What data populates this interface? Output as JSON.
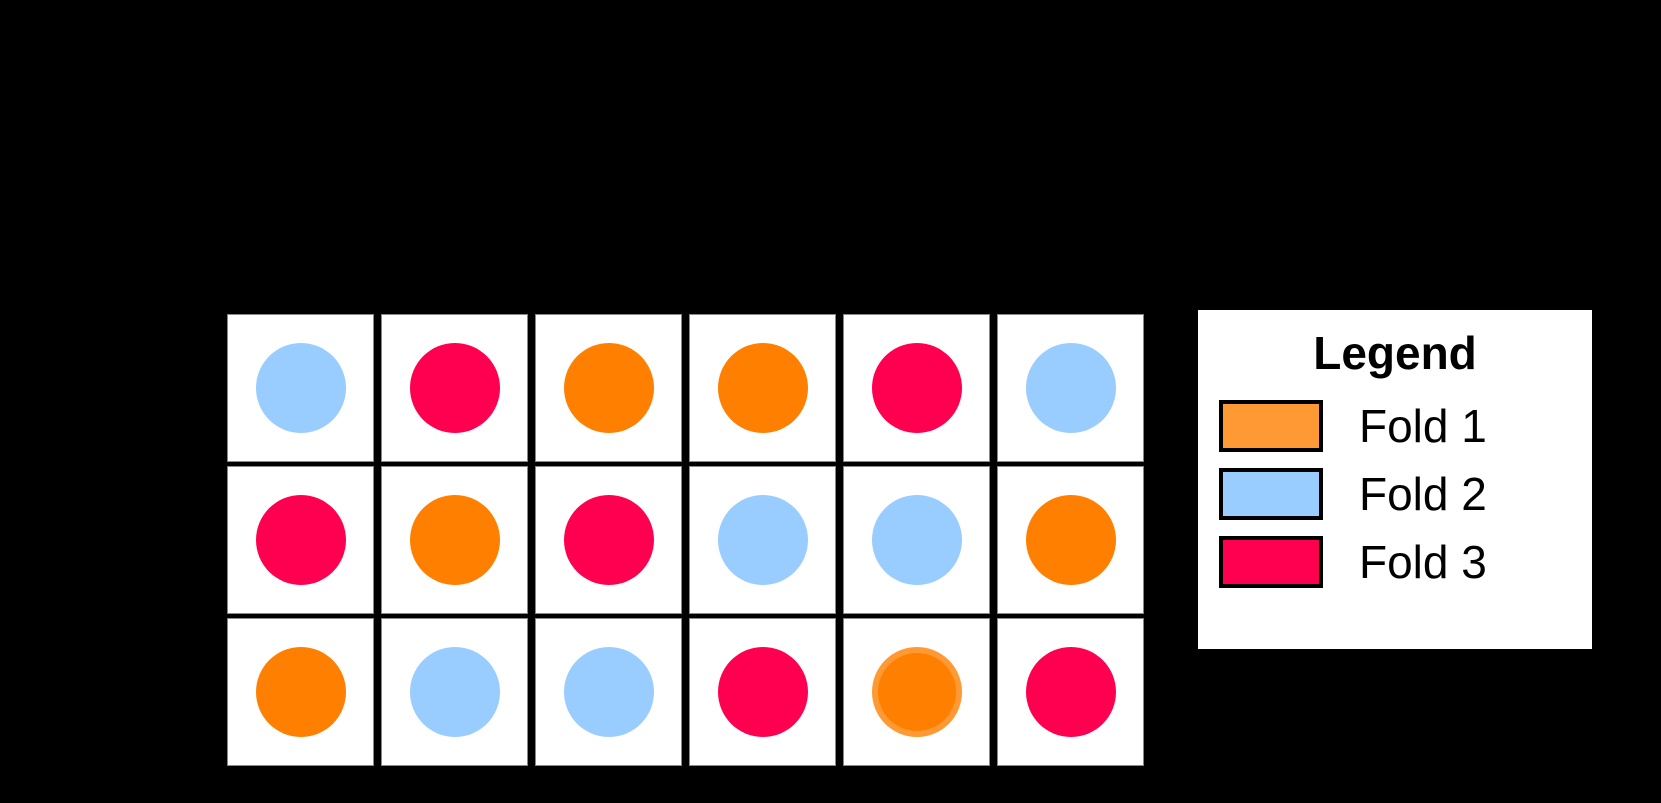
{
  "diagram": {
    "grid": {
      "rows": 3,
      "cols": 6,
      "cells": [
        [
          "fold2",
          "fold3",
          "fold1",
          "fold1",
          "fold3",
          "fold2"
        ],
        [
          "fold3",
          "fold1",
          "fold3",
          "fold2",
          "fold2",
          "fold1"
        ],
        [
          "fold1",
          "fold2",
          "fold2",
          "fold3",
          "fold1-highlighted",
          "fold3"
        ]
      ]
    },
    "legend": {
      "title": "Legend",
      "items": [
        {
          "key": "fold1",
          "label": "Fold 1",
          "swatch_color": "#ff9933",
          "dot_color": "#ff8000"
        },
        {
          "key": "fold2",
          "label": "Fold 2",
          "swatch_color": "#99ccff",
          "dot_color": "#99ccff"
        },
        {
          "key": "fold3",
          "label": "Fold 3",
          "swatch_color": "#ff0050",
          "dot_color": "#ff0050"
        }
      ]
    },
    "colors": {
      "background": "#000000",
      "cell": "#ffffff",
      "highlight_ring": "#ff9933"
    }
  }
}
